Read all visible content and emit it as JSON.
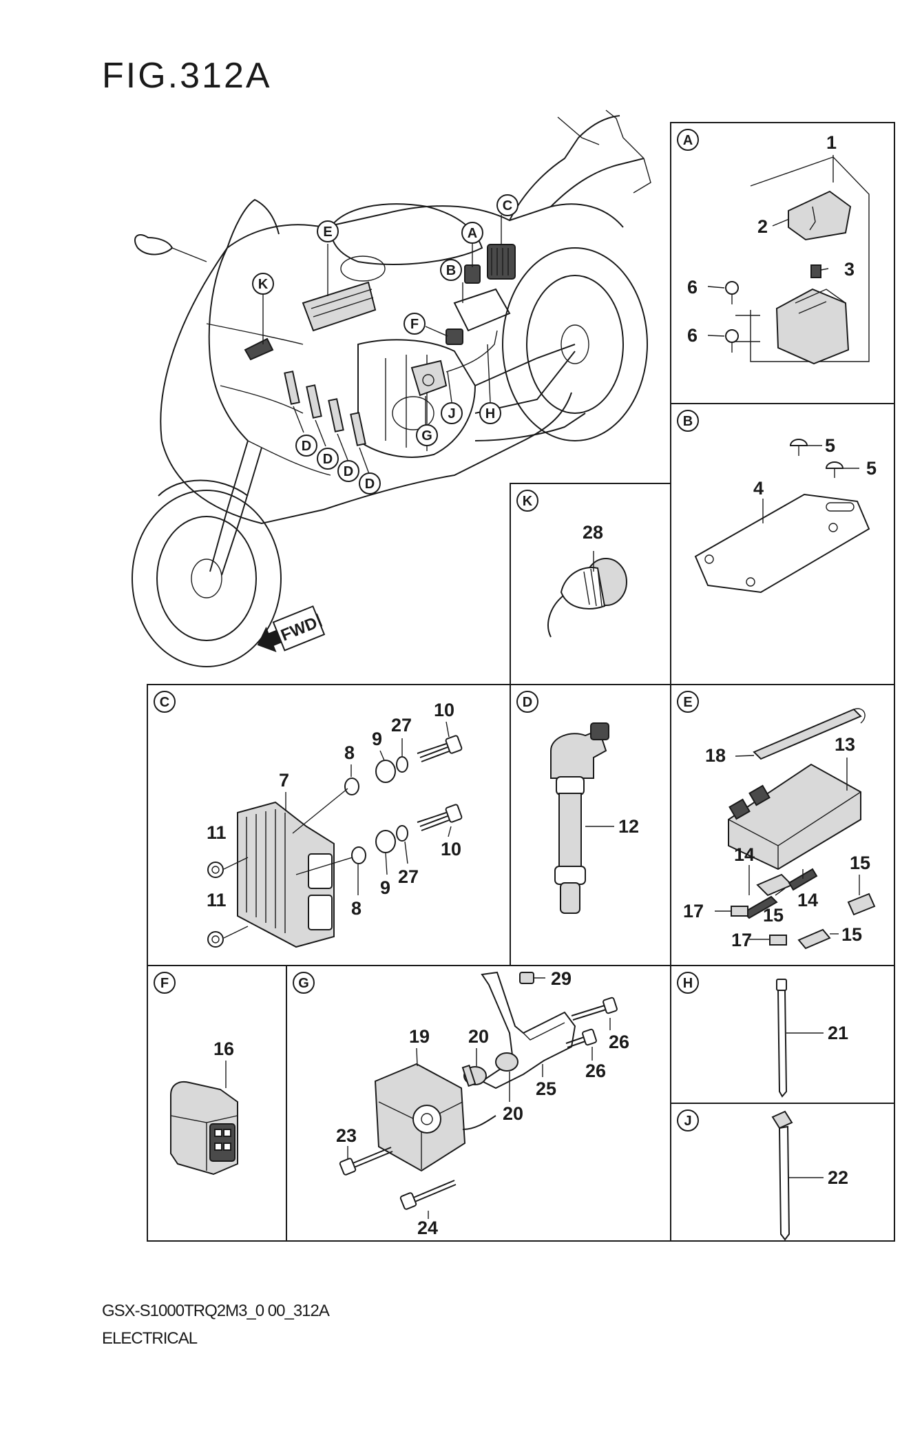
{
  "figure": {
    "title": "FIG.312A",
    "model_code": "GSX-S1000TRQ2M3_0 00_312A",
    "section": "ELECTRICAL"
  },
  "overview": {
    "fwd_label": "FWD",
    "callouts": [
      "E",
      "K",
      "A",
      "C",
      "B",
      "F",
      "D",
      "D",
      "D",
      "D",
      "G",
      "J",
      "H"
    ]
  },
  "panels": {
    "A": {
      "label": "A",
      "items": [
        {
          "num": "1"
        },
        {
          "num": "2"
        },
        {
          "num": "3"
        },
        {
          "num": "6"
        },
        {
          "num": "6"
        }
      ]
    },
    "B": {
      "label": "B",
      "items": [
        {
          "num": "5"
        },
        {
          "num": "5"
        },
        {
          "num": "4"
        }
      ]
    },
    "K": {
      "label": "K",
      "items": [
        {
          "num": "28"
        }
      ]
    },
    "C": {
      "label": "C",
      "items": [
        {
          "num": "10"
        },
        {
          "num": "27"
        },
        {
          "num": "9"
        },
        {
          "num": "8"
        },
        {
          "num": "7"
        },
        {
          "num": "11"
        },
        {
          "num": "11"
        },
        {
          "num": "8"
        },
        {
          "num": "9"
        },
        {
          "num": "27"
        },
        {
          "num": "10"
        }
      ]
    },
    "D": {
      "label": "D",
      "items": [
        {
          "num": "12"
        }
      ]
    },
    "E": {
      "label": "E",
      "items": [
        {
          "num": "18"
        },
        {
          "num": "13"
        },
        {
          "num": "14"
        },
        {
          "num": "15"
        },
        {
          "num": "17"
        },
        {
          "num": "15"
        },
        {
          "num": "14"
        },
        {
          "num": "17"
        },
        {
          "num": "15"
        }
      ]
    },
    "F": {
      "label": "F",
      "items": [
        {
          "num": "16"
        }
      ]
    },
    "G": {
      "label": "G",
      "items": [
        {
          "num": "29"
        },
        {
          "num": "19"
        },
        {
          "num": "20"
        },
        {
          "num": "26"
        },
        {
          "num": "26"
        },
        {
          "num": "25"
        },
        {
          "num": "20"
        },
        {
          "num": "23"
        },
        {
          "num": "24"
        }
      ]
    },
    "H": {
      "label": "H",
      "items": [
        {
          "num": "21"
        }
      ]
    },
    "J": {
      "label": "J",
      "items": [
        {
          "num": "22"
        }
      ]
    }
  }
}
